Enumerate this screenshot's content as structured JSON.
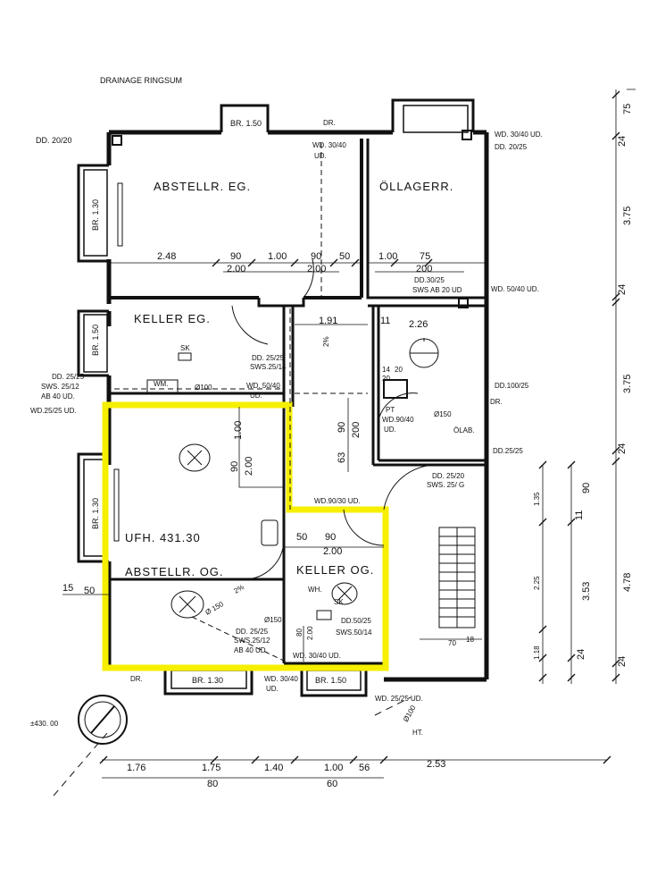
{
  "header": {
    "drainage": "DRAINAGE RINGSUM"
  },
  "rooms": {
    "abstell_eg": "ABSTELLR. EG.",
    "oellager": "ÖLLAGERR.",
    "keller_eg": "KELLER EG.",
    "ufh": "UFH. 431.30",
    "abstell_og": "ABSTELLR. OG.",
    "keller_og": "KELLER OG."
  },
  "windows": {
    "br150_top": "BR. 1.50",
    "br130_left_top": "BR. 1.30",
    "br150_left_mid": "BR. 1.50",
    "br130_left_low": "BR. 1.30",
    "br130_bottom": "BR. 1.30",
    "br150_bottom": "BR. 1.50"
  },
  "notes": {
    "dd2020_left": "DD. 20/20",
    "dr_top": "DR.",
    "wd3040_top": "WD. 30/40",
    "ud_top": "UD.",
    "wd3040_right": "WD. 30/40  UD.",
    "dd2020_right": "DD. 20/25",
    "dd3025": "DD.30/25",
    "sws_ab20": "SWS AB 20 UD",
    "wd5040_right": "WD. 50/40 UD.",
    "dd2525_left": "DD. 25/25",
    "sws2512_left": "SWS. 25/12",
    "ab40ud_left": "AB 40 UD.",
    "wd2525_left": "WD.25/25 UD.",
    "sk_keller": "SK",
    "wm": "WM.",
    "o100": "Ø100",
    "dd2525_mid": "DD. 25/25",
    "sws2514": "SWS.25/14",
    "wd5040_mid": "WD. 50/40",
    "ud_mid": "UD.",
    "pt": "PT",
    "wd9040": "WD.90/40",
    "ud_wd9040": "UD.",
    "o150_oel": "Ø150",
    "olab": "ÖLAB.",
    "dd10025": "DD.100/25",
    "dr_right": "DR.",
    "dd2525_right": "DD.25/25",
    "dd2520": "DD. 25/20",
    "sws25g": "SWS. 25/ G",
    "wd9030": "WD.90/30 UD.",
    "o150_og": "Ø 150",
    "o150_b": "Ø150",
    "dd2525_og": "DD. 25/25",
    "sws2512_og": "SWS.25/12",
    "ab40ud_og": "AB 40 UD.",
    "wh": "WH.",
    "sk_og": "SK",
    "dd5025": "DD.50/25",
    "sws5014": "SWS.50/14",
    "wd3040_bottom": "WD. 30/40 UD.",
    "wd3040_b2": "WD. 30/40",
    "ud_b2": "UD.",
    "dr_bottom": "DR.",
    "wd2525_bottom": "WD. 25/25 UD.",
    "o100_bottom": "Ø100",
    "ht": "HT.",
    "level": "±430. 00",
    "gefaelle1": "2%",
    "gefaelle2": "2%",
    "fourteen": "14",
    "twenty_a": "20",
    "twenty_b": "20"
  },
  "dims": {
    "d248": "2.48",
    "d90a": "90",
    "d100a": "1.00",
    "d90b": "90",
    "d50a": "50",
    "d100b": "1.00",
    "d75a": "75",
    "d200a": "2.00",
    "d200b": "2.00",
    "d200c": "200",
    "d191": "1.91",
    "d11": "11",
    "d226": "2.26",
    "d90v": "90",
    "d200v": "200",
    "d63": "63",
    "d100v": "1.00",
    "d90v2": "90",
    "d200v2": "2.00",
    "d50b": "50",
    "d90c": "90",
    "d200d": "2.00",
    "d15": "15",
    "d50c": "50",
    "d80v": "80",
    "d200v3": "2.00",
    "d70": "70",
    "d18": "18",
    "r75": "75",
    "r24a": "24",
    "r375a": "3.75",
    "r24b": "24",
    "r375b": "3.75",
    "r24c": "24",
    "r478": "4.78",
    "r24d": "24",
    "m135": "1.35",
    "m225": "2.25",
    "m118": "1.18",
    "n90": "90",
    "n11": "11",
    "n353": "3.53",
    "n24": "24",
    "b176": "1.76",
    "b175": "1.75",
    "b140": "1.40",
    "b100": "1.00",
    "b56": "56",
    "b253": "2.53",
    "b80": "80",
    "b60": "60"
  },
  "colors": {
    "highlight": "#f6ef00",
    "ink": "#111111"
  }
}
